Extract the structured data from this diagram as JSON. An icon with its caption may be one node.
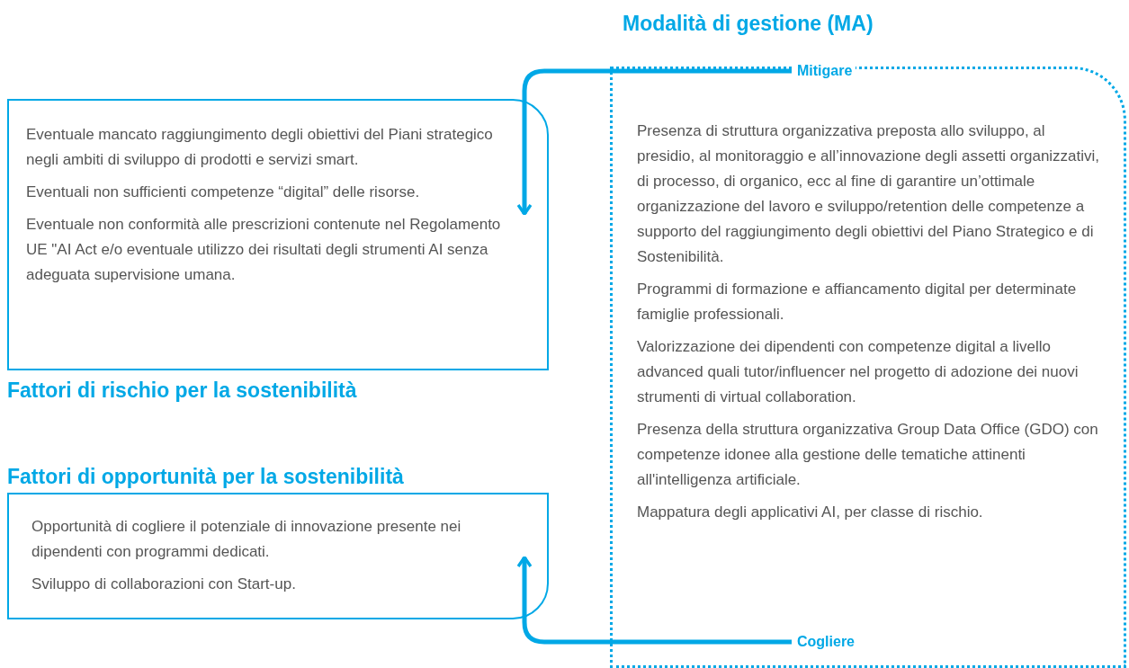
{
  "diagram": {
    "nodes": [
      {
        "text": [
          "Modalità di gestione (MA)",
          "Presenza di struttura organizzativa preposta allo sviluppo, al presidio, al monitoraggio e all’innovazione degli assetti organizzativi, di processo, di organico, ecc al fine di garantire un’ottimale organizzazione del lavoro e sviluppo/retention delle competenze a supporto del raggiungimento degli obiettivi del Piano Strategico e di Sostenibilità.",
          "Programmi di formazione e affiancamento digital per determinate famiglie professionali.",
          "Valorizzazione dei dipendenti con competenze digital a livello advanced quali tutor/influencer nel progetto di adozione dei nuovi strumenti di virtual collaboration.",
          "Presenza della struttura organizzativa Group Data Office (GDO) con competenze idonee alla gestione delle tematiche attinenti all'intelligenza artificiale.",
          "Mappatura degli applicativi AI, per classe di rischio."
        ]
      },
      {
        "text": [
          "Eventuale mancato raggiungimento degli obiettivi del Piani strategico negli ambiti di sviluppo di prodotti e servizi smart.",
          "Eventuali non sufficienti competenze “digital” delle risorse.",
          "Eventuale non conformità alle prescrizioni contenute nel Regolamento UE \"AI Act e/o eventuale utilizzo dei risultati degli strumenti AI senza adeguata supervisione umana.",
          "Fattori di rischio per la sostenibilità"
        ]
      },
      {
        "text": [
          "Fattori di opportunità per la sostenibilità",
          "Opportunità di cogliere il potenziale di innovazione presente nei dipendenti con programmi dedicati.",
          "Sviluppo di collaborazioni con Start-up."
        ]
      }
    ],
    "edges": [
      {
        "from": 0,
        "to": 1,
        "arrow": "to",
        "label": "Mitigare"
      },
      {
        "from": 0,
        "to": 2,
        "arrow": "to",
        "label": "Cogliere"
      }
    ]
  }
}
